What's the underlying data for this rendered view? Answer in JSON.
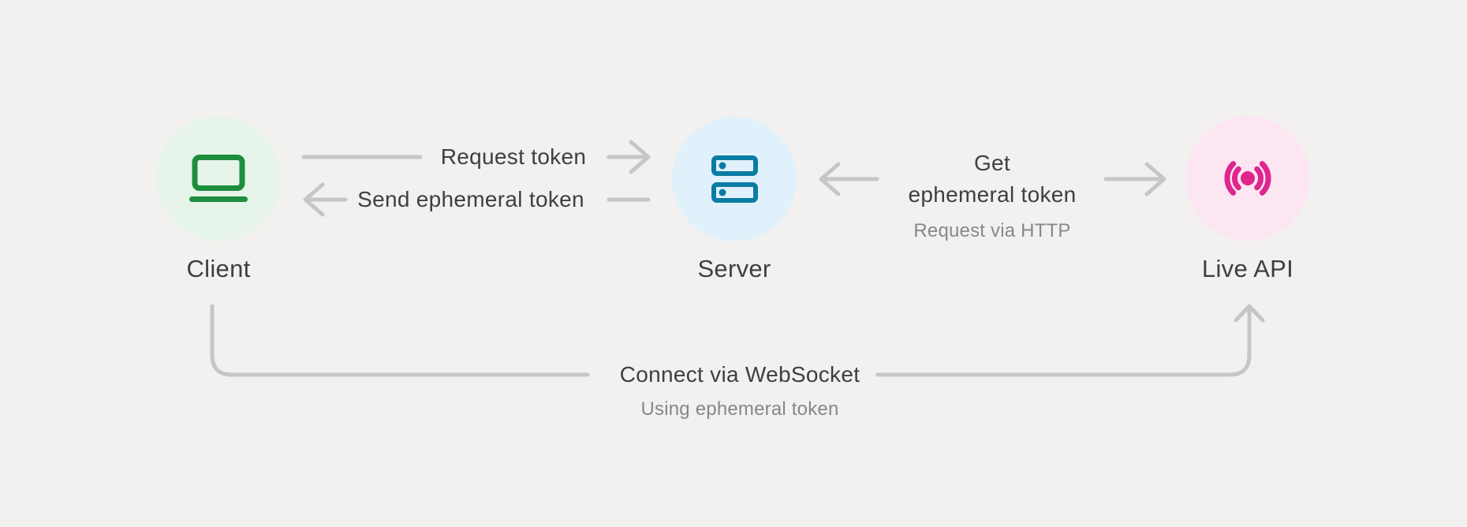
{
  "nodes": {
    "client": {
      "label": "Client",
      "icon": "laptop-icon"
    },
    "server": {
      "label": "Server",
      "icon": "server-stack-icon"
    },
    "live_api": {
      "label": "Live API",
      "icon": "live-broadcast-icon"
    }
  },
  "edges": {
    "request_token": {
      "label": "Request token",
      "from": "Client",
      "to": "Server"
    },
    "send_ephemeral_token": {
      "label": "Send ephemeral token",
      "from": "Server",
      "to": "Client"
    },
    "get_ephemeral_token": {
      "label_line1": "Get",
      "label_line2": "ephemeral token",
      "sublabel": "Request via HTTP",
      "from": "Server",
      "to": "Live API"
    },
    "connect_websocket": {
      "label": "Connect via WebSocket",
      "sublabel": "Using ephemeral token",
      "from": "Client",
      "to": "Live API"
    }
  },
  "colors": {
    "background": "#F2F1EF",
    "wire": "#C6C6C4",
    "text_primary": "#3C4043",
    "text_secondary": "#84888C",
    "client_icon": "#1E8E3E",
    "client_circle": "#E6F4EA",
    "server_icon": "#0B7CA3",
    "server_circle": "#E1F1FB",
    "live_icon": "#E0258F",
    "live_circle": "#FCE6F2"
  }
}
